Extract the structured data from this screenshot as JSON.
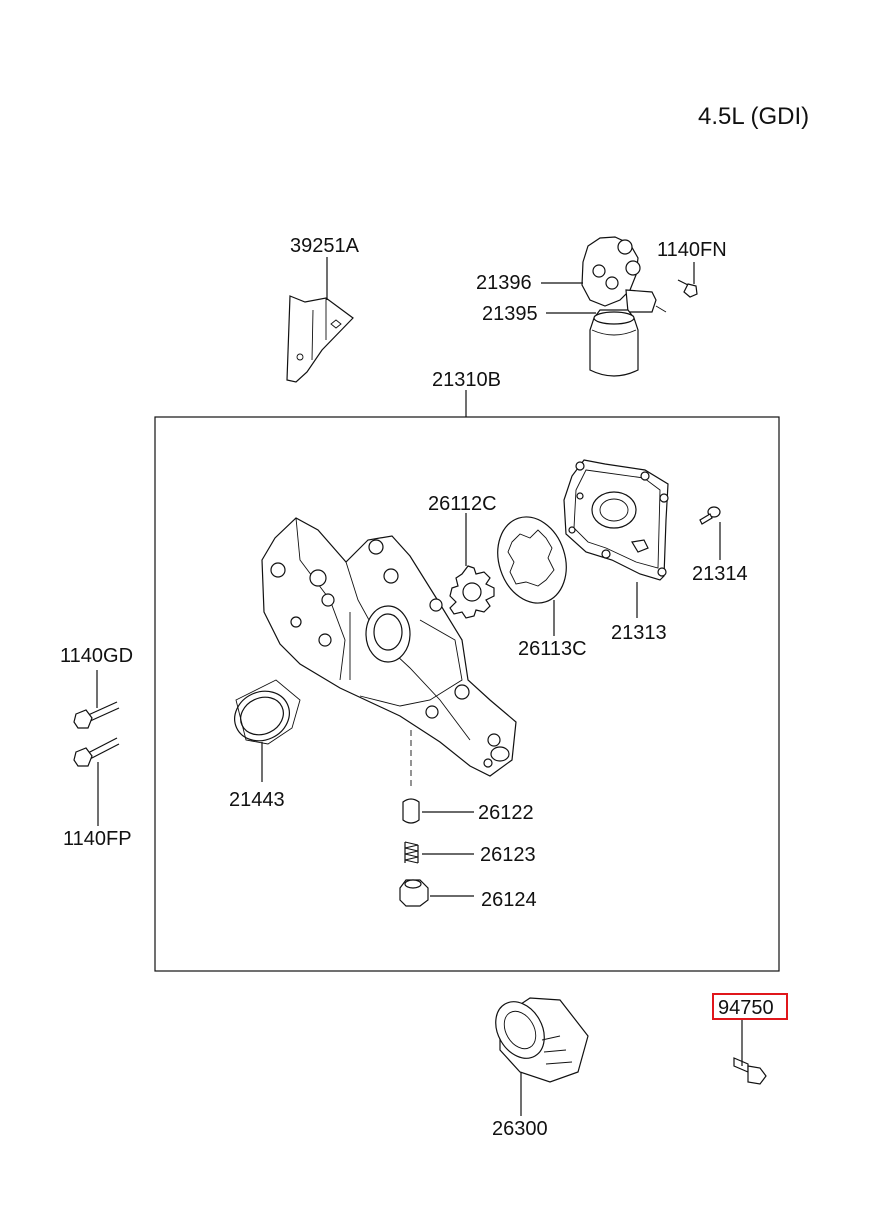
{
  "engine_label": "4.5L (GDI)",
  "parts": {
    "p39251A": "39251A",
    "p1140FN": "1140FN",
    "p21396": "21396",
    "p21395": "21395",
    "p21310B": "21310B",
    "p26112C": "26112C",
    "p21314": "21314",
    "p21313": "21313",
    "p26113C": "26113C",
    "p1140GD": "1140GD",
    "p21443": "21443",
    "p1140FP": "1140FP",
    "p26122": "26122",
    "p26123": "26123",
    "p26124": "26124",
    "p26300": "26300",
    "p94750": "94750"
  },
  "highlighted_part": "94750",
  "colors": {
    "line": "#111111",
    "highlight": "#e0161b",
    "background": "#ffffff"
  }
}
